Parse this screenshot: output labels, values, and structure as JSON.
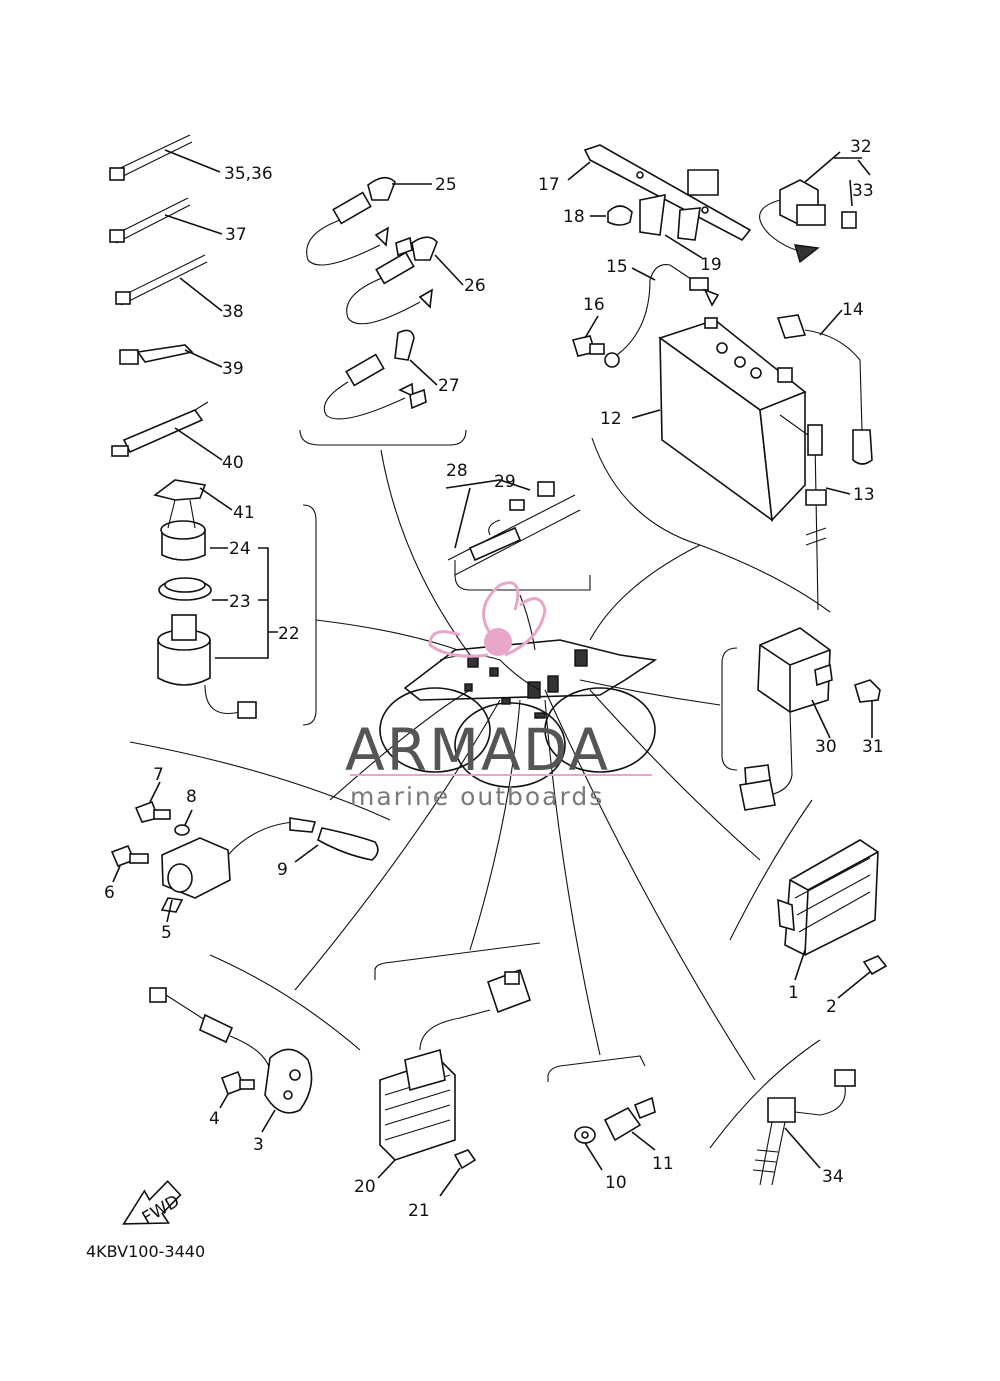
{
  "diagram": {
    "code": "4KBV100-3440",
    "fwd_label": "FWD",
    "callouts": [
      "1",
      "2",
      "3",
      "4",
      "5",
      "6",
      "7",
      "8",
      "9",
      "10",
      "11",
      "12",
      "13",
      "14",
      "15",
      "16",
      "17",
      "18",
      "19",
      "20",
      "21",
      "22",
      "23",
      "24",
      "25",
      "26",
      "27",
      "28",
      "29",
      "30",
      "31",
      "32",
      "33",
      "34",
      "35,36",
      "37",
      "38",
      "39",
      "40",
      "41"
    ]
  },
  "watermark": {
    "title": "ARMADA",
    "subtitle": "marine outboards",
    "accent_color": "#e8a6c8"
  }
}
